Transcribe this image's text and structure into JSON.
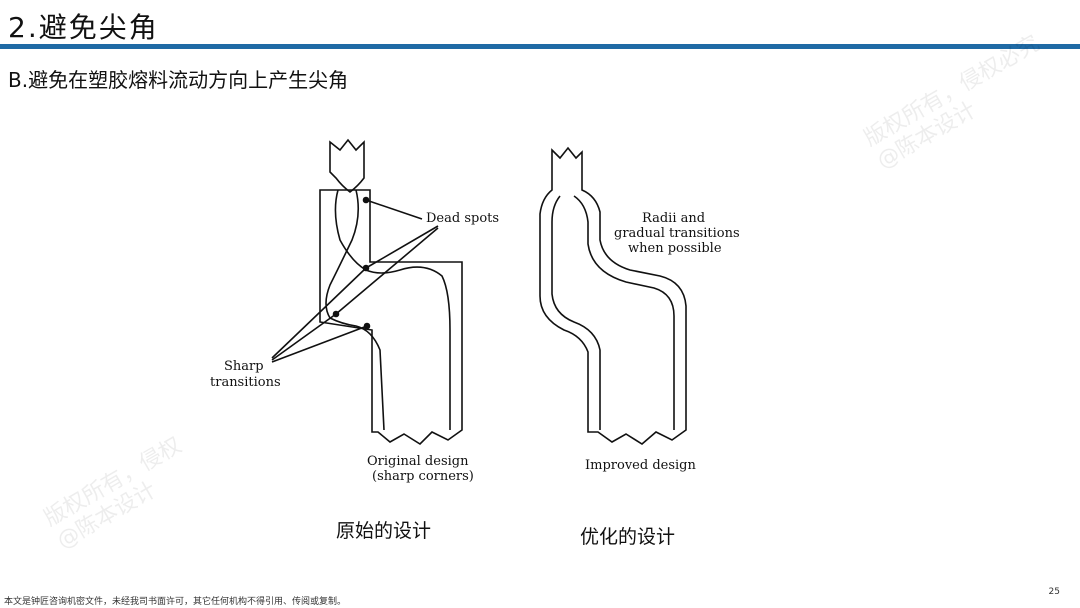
{
  "header": {
    "title": "2.避免尖角",
    "subtitle": "B.避免在塑胶熔料流动方向上产生尖角"
  },
  "figure": {
    "dead_spots": "Dead spots",
    "sharp": "Sharp",
    "transitions": "transitions",
    "radii_line1": "Radii and",
    "radii_line2": "gradual transitions",
    "radii_line3": "when possible",
    "original_line1": "Original design",
    "original_line2": "(sharp corners)",
    "improved": "Improved design"
  },
  "captions": {
    "original": "原始的设计",
    "improved": "优化的设计"
  },
  "watermarks": {
    "line1": "版权所有，侵权",
    "line2": "@陈本设计",
    "line1b": "版权所有，侵权必究",
    "line2b": "@陈本设计"
  },
  "footer": {
    "notice": "本文是钟匠咨询机密文件，未经我司书面许可，其它任何机构不得引用、传阅或复制。",
    "page_number": "25"
  }
}
